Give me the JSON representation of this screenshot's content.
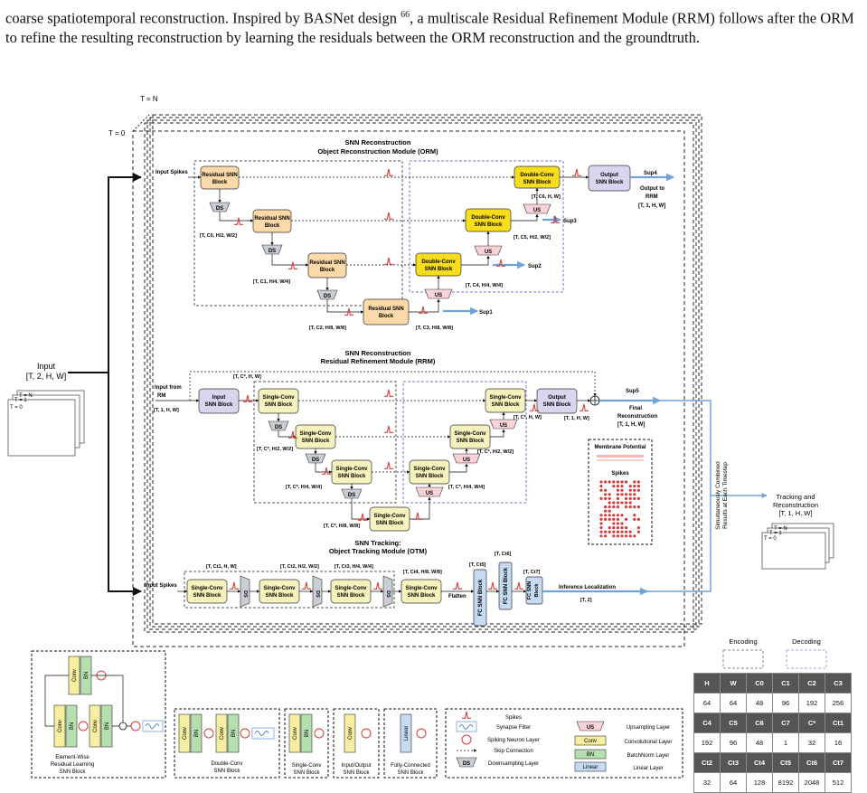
{
  "paragraph": {
    "text_before_sup": "coarse spatiotemporal reconstruction. Inspired by BASNet design ",
    "sup": "66",
    "text_after_sup": ", a multiscale Residual Refinement Module (RRM) follows after the ORM to refine the resulting reconstruction by learning the residuals between the ORM reconstruction and the groundtruth."
  },
  "frames": {
    "t_n": "T = N",
    "t_0": "T = 0"
  },
  "input": {
    "label": "Input",
    "shape": "[T, 2, H, W]",
    "stack": [
      "T = N",
      "T = 1",
      "T = 0"
    ]
  },
  "orm": {
    "title1": "SNN Reconstruction",
    "title2": "Object Reconstruction Module (ORM)",
    "input_spikes": "Input Spikes",
    "res_block_l1": "Residual SNN",
    "res_block_l2": "Block",
    "ds": "DS",
    "us": "US",
    "dc_l1": "Double-Conv",
    "dc_l2": "SNN Block",
    "out_l1": "Output",
    "out_l2": "SNN Block",
    "shape_c0": "[T, C0, H/2, W/2]",
    "shape_c1": "[T, C1, H/4, W/4]",
    "shape_c2": "[T, C2, H/8, W/8]",
    "shape_c3": "[T, C3, H/8, W/8]",
    "shape_c4": "[T, C4, H/4, W/4]",
    "shape_c5": "[T, C5, H/2, W/2]",
    "shape_c6": "[T, C6, H, W]",
    "sup1": "Sup1",
    "sup2": "Sup2",
    "sup3": "Sup3",
    "sup4": "Sup4",
    "output_to_l1": "Output to",
    "output_to_l2": "RRM",
    "output_shape": "[T, 1, H, W]"
  },
  "rrm": {
    "title1": "SNN Reconstruction",
    "title2": "Residual Refinement Module (RRM)",
    "input_from_l1": "Input from",
    "input_from_l2": "RM",
    "input_shape": "[T, 1, H, W]",
    "in_l1": "Input",
    "in_l2": "SNN Block",
    "sc_l1": "Single-Conv",
    "sc_l2": "SNN Block",
    "out_l1": "Output",
    "out_l2": "SNN Block",
    "skip_shape": "[T, C*, H, W]",
    "shape_full": "[T, C*, H, W]",
    "shape_h2": "[T, C*, H/2, W/2]",
    "shape_h4": "[T, C*, H/4, W/4]",
    "shape_h8": "[T, C*, H/8, W/8]",
    "out_shape": "[T, 1, H, W]",
    "sup5": "Sup5",
    "final_l1": "Final",
    "final_l2": "Reconstruction",
    "final_shape": "[T, 1, H, W]"
  },
  "membrane": {
    "title": "Membrane Potential",
    "spikes": "Spikes"
  },
  "otm": {
    "title1": "SNN Tracking:",
    "title2": "Object Tracking Module (OTM)",
    "input_spikes": "Input Spikes",
    "shape_ct1": "[T, Ct1, H, W]",
    "shape_ct2": "[T, Ct2, H/2, W/2]",
    "shape_ct3": "[T, Ct3, H/4, W/4]",
    "shape_ct4": "[T, Ct4, H/8, W/8]",
    "shape_ct5": "[T, Ct5]",
    "shape_ct6": "[T, Ct6]",
    "shape_ct7": "[T, Ct7]",
    "flatten": "Flatten",
    "fc": "FC SNN Block",
    "fc_short_l1": "FC SNN",
    "fc_short_l2": "Block",
    "inference": "Inference Localization",
    "inference_shape": "[T, 2]"
  },
  "combined": {
    "l1": "Simultaneously Combined",
    "l2": "Results at Each Timestep"
  },
  "tracking": {
    "l1": "Tracking and",
    "l2": "Reconstruction",
    "shape": "[T, 1, H, W]",
    "stack": [
      "T = N",
      "T = 1",
      "T = 0"
    ]
  },
  "legend": {
    "encoding": "Encoding",
    "decoding": "Decoding",
    "conv": "Conv",
    "bn": "BN",
    "linear": "Linear",
    "element_wise_l1": "Element-Wise",
    "element_wise_l2": "Residual Learning",
    "element_wise_l3": "SNN Block",
    "double_conv_l1": "Double-Conv",
    "double_conv_l2": "SNN Block",
    "single_conv_l1": "Single-Conv",
    "single_conv_l2": "SNN Block",
    "io_l1": "Input/Output",
    "io_l2": "SNN Block",
    "fc_l1": "Fully-Connected",
    "fc_l2": "SNN Block",
    "items": {
      "spikes": "Spikes",
      "synapse": "Synapse Filter",
      "spiking_neuron": "Spiking Neuron Layer",
      "skip": "Skip Connection",
      "ds_text": "DS",
      "downsampling": "Downsampling Layer",
      "us_text": "US",
      "upsampling": "Upsampling Layer",
      "conv_text": "Conv",
      "convolutional": "Convolutional Layer",
      "bn_text": "BN",
      "batchnorm": "BatchNorm Layer",
      "linear_text": "Linear",
      "linear_layer": "Linear Layer"
    }
  },
  "table": {
    "rows": [
      {
        "header": [
          "H",
          "W",
          "C0",
          "C1",
          "C2",
          "C3"
        ],
        "values": [
          "64",
          "64",
          "48",
          "96",
          "192",
          "256"
        ]
      },
      {
        "header": [
          "C4",
          "C5",
          "C6",
          "C7",
          "C*",
          "Ct1"
        ],
        "values": [
          "192",
          "96",
          "48",
          "1",
          "32",
          "16"
        ]
      },
      {
        "header": [
          "Ct2",
          "Ct3",
          "Ct4",
          "Ct5",
          "Ct6",
          "Ct7"
        ],
        "values": [
          "32",
          "64",
          "128",
          "8192",
          "2048",
          "512"
        ]
      }
    ]
  },
  "colors": {
    "orange_block": "#fcd9a8",
    "yellow_block": "#f8dd1c",
    "light_yellow_block": "#f6f2bd",
    "purple_block": "#d9d5ee",
    "ds_gray": "#c9cdd4",
    "us_pink": "#f8d3d8",
    "blue_arrow": "#6fa3d8",
    "spike_red": "#d63b3b",
    "conv_yellow": "#f6eea0",
    "bn_green": "#b6dfb0",
    "linear_blue": "#c6dbf2"
  }
}
